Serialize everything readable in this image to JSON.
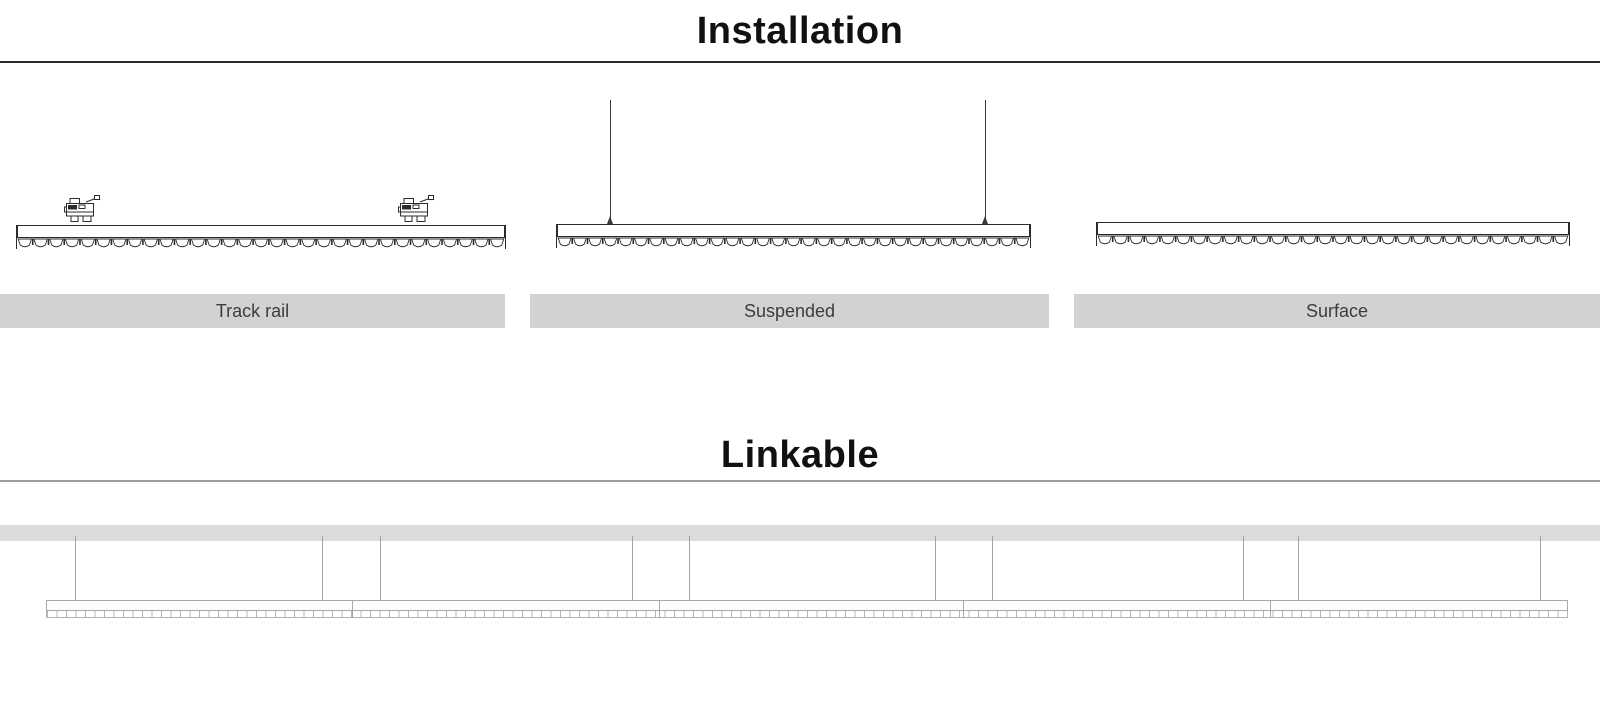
{
  "installation": {
    "title": "Installation",
    "methods": [
      {
        "id": "track-rail",
        "label": "Track rail"
      },
      {
        "id": "suspended",
        "label": "Suspended"
      },
      {
        "id": "surface",
        "label": "Surface"
      }
    ]
  },
  "linkable": {
    "title": "Linkable"
  },
  "diagrams": {
    "track_rail": {
      "description": "linear luminaire with louvered diffuser and two track adapters on top",
      "adapter_count": 2
    },
    "suspended": {
      "description": "linear luminaire hung from ceiling by two suspension wires",
      "wire_count": 2
    },
    "surface": {
      "description": "surface-mounted linear luminaire with louvered diffuser"
    },
    "linkable": {
      "description": "five linear luminaires linked end-to-end, suspended from a ceiling strip by paired wires",
      "segment_count": 5,
      "wire_count": 10
    }
  },
  "colors": {
    "label_bar": "#d2d2d3",
    "label_text": "#3c3c3c",
    "title_text": "#111111",
    "installation_divider": "#2b2b2b",
    "linkable_divider": "#9c9c9c",
    "ceiling_bar": "#dcdcdd",
    "drawing_stroke_dark": "#2b2b2b",
    "drawing_stroke_light": "#a8a8a8"
  }
}
